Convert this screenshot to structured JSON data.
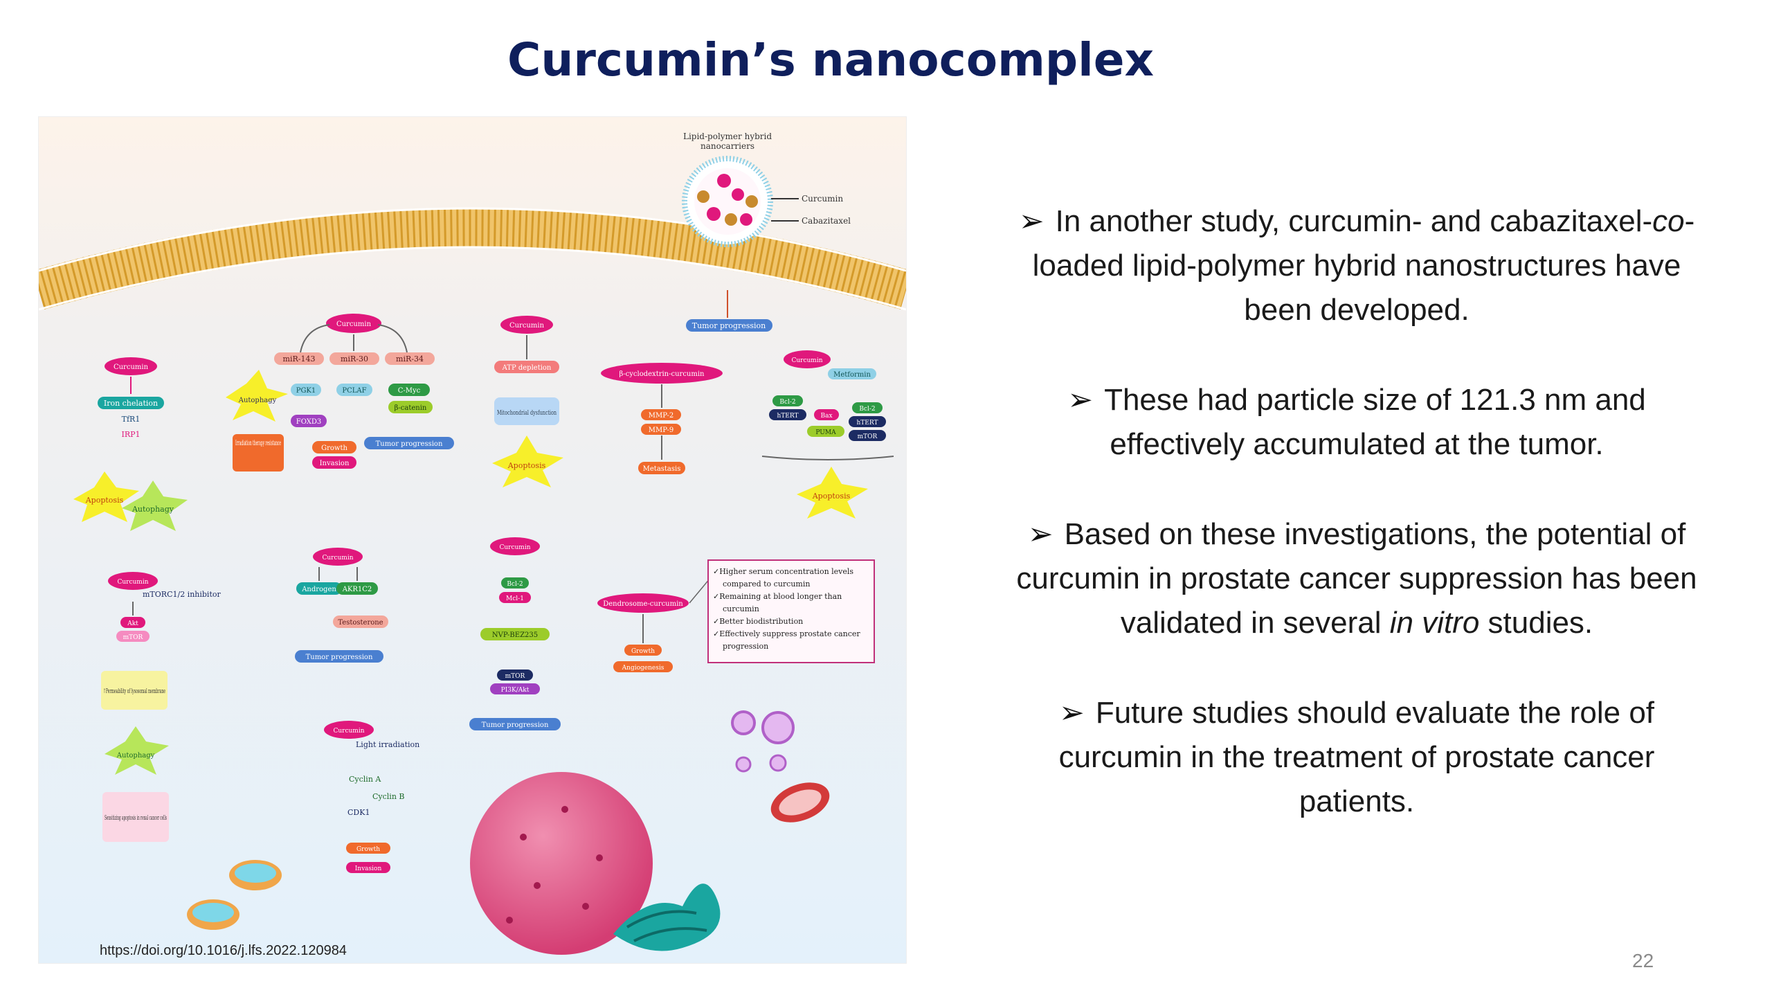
{
  "slide": {
    "title": "Curcumin’s  nanocomplex",
    "page_number": "22"
  },
  "figure": {
    "doi": "https://doi.org/10.1016/j.lfs.2022.120984",
    "nano_title_1": "Lipid-polymer hybrid",
    "nano_title_2": "nanocarriers",
    "curcumin_label": "Curcumin",
    "cabazitaxel_label": "Cabazitaxel",
    "pill_curcumin": "Curcumin",
    "tumor_progression": "Tumor progression",
    "iron_chelation": "Iron chelation",
    "tfr1": "TfR1",
    "irp1": "IRP1",
    "apoptosis": "Apoptosis",
    "autophagy": "Autophagy",
    "mir143": "miR-143",
    "mir30": "miR-30",
    "mir34": "miR-34",
    "pgk1": "PGK1",
    "pclaf": "PCLAF",
    "cmyc": "C-Myc",
    "foxd3": "FOXD3",
    "beta_catenin": "β-catenin",
    "irradiation": "Irradiation therapy resistance",
    "growth": "Growth",
    "invasion": "Invasion",
    "atp_depletion": "ATP depletion",
    "mito_dysfunction": "Mitochondrial dysfunction",
    "cyclodextrin": "β-cyclodextrin-curcumin",
    "mmp2": "MMP-2",
    "mmp9": "MMP-9",
    "metastasis": "Metastasis",
    "metformin": "Metformin",
    "bcl2": "Bcl-2",
    "htert": "hTERT",
    "bax": "Bax",
    "puma": "PUMA",
    "mtor": "mTOR",
    "mtor_inhibitor": "mTORC1/2 inhibitor",
    "akt": "Akt",
    "mtor_small": "mTOR",
    "permeability": "↑Permeability of lysosomal membrane",
    "sensitizing": "Sensitizing apoptosis in renal cancer cells",
    "androgen": "Androgen",
    "akr1c2": "AKR1C2",
    "testosterone": "Testosterone",
    "light_irradiation": "Light irradiation",
    "cyclin_a": "Cyclin A",
    "cyclin_b": "Cyclin B",
    "cdk1": "CDK1",
    "mcl1": "Mcl-1",
    "nvp": "NVP-BEZ235",
    "pi3k": "PI3K/Akt",
    "dendro": "Dendrosome-curcumin",
    "angiogenesis": "Angiogenesis",
    "box_lines": [
      "✓Higher serum concentration levels",
      "compared to curcumin",
      "✓Remaining at blood longer than",
      "curcumin",
      "✓Better biodistribution",
      "✓Effectively suppress prostate cancer",
      "progression"
    ]
  },
  "bullets": [
    [
      "In another study, curcumin- and cabazitaxel-",
      "co",
      "-",
      "loaded lipid-polymer hybrid nanostructures have",
      "been developed."
    ],
    [
      "These had particle size of 121.3 nm and",
      "effectively accumulated at the tumor."
    ],
    [
      "Based on these investigations, the potential of",
      "curcumin in prostate cancer suppression has been",
      "validated in several ",
      "in vitro",
      " studies."
    ],
    [
      "Future studies should evaluate the role of",
      "curcumin in the treatment of prostate cancer",
      "patients."
    ]
  ],
  "colors": {
    "title": "#0f1f5c",
    "magenta": "#e0187c",
    "teal": "#1aa6a0",
    "orange": "#f06a2c",
    "green": "#2e9a45",
    "navy": "#1c2b63",
    "lime": "#9ccc2a",
    "yellow": "#f7ef2a"
  }
}
